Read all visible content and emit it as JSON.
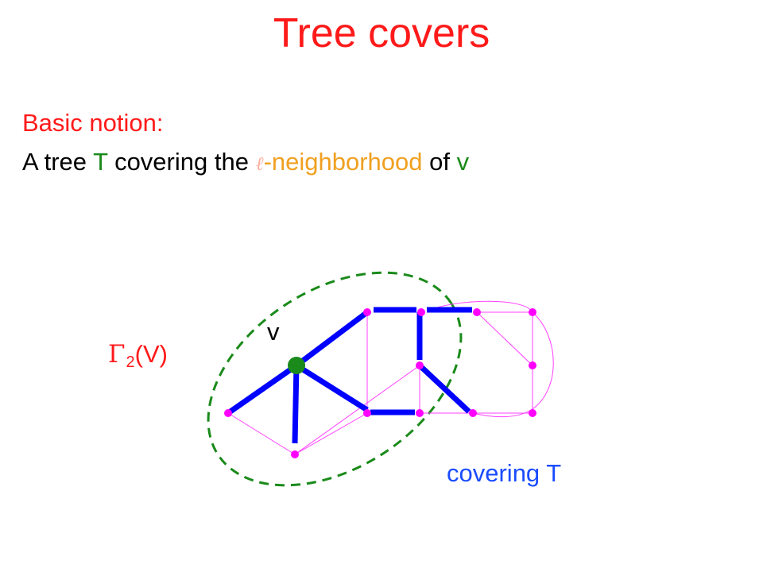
{
  "title": "Tree covers",
  "notion_label": "Basic notion:",
  "sentence": {
    "part1": "A tree ",
    "tree_letter": "T",
    "part2": " covering the ",
    "ell_symbol": "ℓ",
    "neighborhood": "-neighborhood",
    "part3": " of ",
    "vertex": "v"
  },
  "diagram": {
    "vertex_label": "v",
    "gamma_symbol": "Γ",
    "gamma_subscript": "2",
    "gamma_argument": "(V)",
    "cover_label": "covering T"
  },
  "colors": {
    "title": "#ff1a1a",
    "tree_edges": "#0000ff",
    "graph_edges": "#ff40ff",
    "nodes": "#ff00ff",
    "center_node": "#1a8a1a",
    "ball_boundary": "#1a8a1a",
    "cover_label": "#1a4cff"
  }
}
